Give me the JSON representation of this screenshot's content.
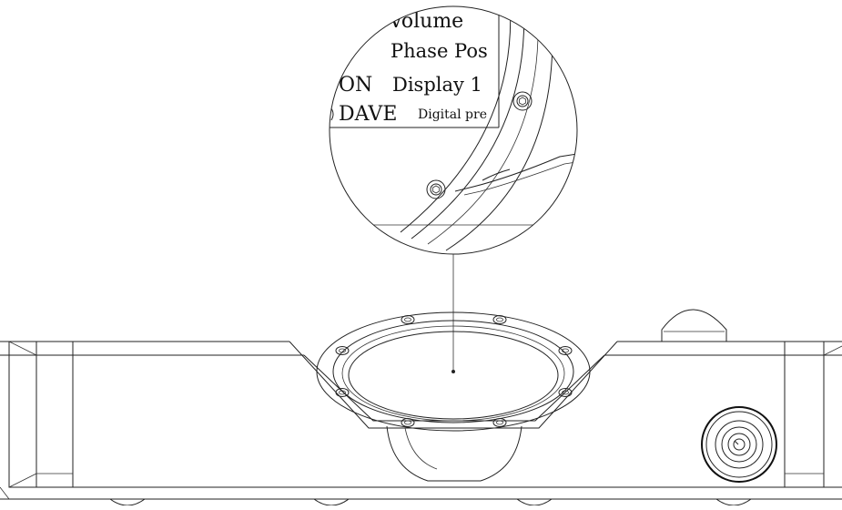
{
  "callout": {
    "labels": {
      "volume": "Volume",
      "phase": "Phase Pos",
      "on": "ON",
      "display": "Display 1",
      "dave": "DAVE",
      "digital": "Digital pre"
    }
  },
  "colors": {
    "line": "#222222",
    "background": "#ffffff"
  }
}
